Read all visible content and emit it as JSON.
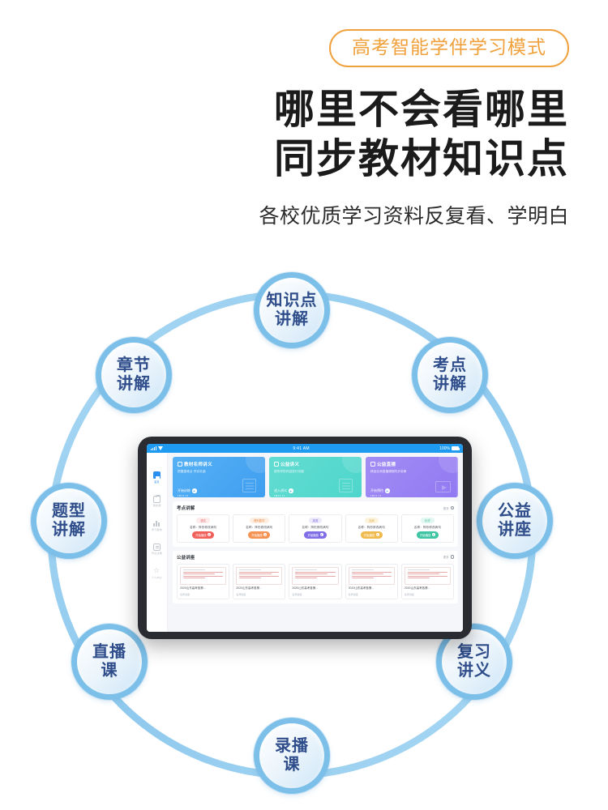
{
  "header": {
    "badge": "高考智能学伴学习模式",
    "title_line1": "哪里不会看哪里",
    "title_line2": "同步教材知识点",
    "subtitle": "各校优质学习资料反复看、学明白",
    "badge_color": "#F0A13C"
  },
  "diagram": {
    "ring_color": "#8fc9ee",
    "bubble_border": "#7cc0ea",
    "bubble_text_color": "#2f4d8a",
    "bubbles": [
      {
        "id": "knowledge-point",
        "line1": "知识点",
        "line2": "讲解"
      },
      {
        "id": "exam-point",
        "line1": "考点",
        "line2": "讲解"
      },
      {
        "id": "chapter",
        "line1": "章节",
        "line2": "讲解"
      },
      {
        "id": "public-lecture",
        "line1": "公益",
        "line2": "讲座"
      },
      {
        "id": "question-type",
        "line1": "题型",
        "line2": "讲解"
      },
      {
        "id": "review-handout",
        "line1": "复习",
        "line2": "讲义"
      },
      {
        "id": "live-class",
        "line1": "直播",
        "line2": "课"
      },
      {
        "id": "recorded-class",
        "line1": "录播",
        "line2": "课"
      }
    ]
  },
  "tablet": {
    "statusbar": {
      "time": "9:41 AM",
      "battery": "100%"
    },
    "sidebar": [
      {
        "icon": "home-icon",
        "label": "首页",
        "active": true
      },
      {
        "icon": "bag-icon",
        "label": "我的课",
        "active": false
      },
      {
        "icon": "chart-icon",
        "label": "学习报告",
        "active": false
      },
      {
        "icon": "doc-icon",
        "label": "作业试卷",
        "active": false
      },
      {
        "icon": "star-icon",
        "label": "个人中心",
        "active": false
      }
    ],
    "banners": [
      {
        "icon": "book-icon",
        "title": "教材名师讲义",
        "desc": "把握重难点·夯实巩固",
        "cta": "开始训练",
        "art": "sheet",
        "theme": "blue"
      },
      {
        "icon": "doc-icon",
        "title": "公益讲义",
        "desc": "按所学的内容进行巩固",
        "cta": "进入讲义",
        "art": "sheet",
        "theme": "cyan"
      },
      {
        "icon": "live-icon",
        "title": "公益直播",
        "desc": "精品名师直播课程同步讲解",
        "cta": "开始预约",
        "art": "play",
        "theme": "purple"
      }
    ],
    "sections": [
      {
        "id": "exam-point-section",
        "title": "考点讲解",
        "more": "更多",
        "type": "subject",
        "cards": [
          {
            "tag": "语文",
            "tag_bg": "#fdeaea",
            "tag_color": "#e3605f",
            "name": "名称：阵形修改病句",
            "btn": "开始播放",
            "btn_bg": "#f2605c"
          },
          {
            "tag": "理科数学",
            "tag_bg": "#fdeee3",
            "tag_color": "#ef8b45",
            "name": "名称：阵形修改病句",
            "btn": "开始播放",
            "btn_bg": "#f59355"
          },
          {
            "tag": "英语",
            "tag_bg": "#ece9fb",
            "tag_color": "#7b6de0",
            "name": "名称：阵形修改病句",
            "btn": "开始播放",
            "btn_bg": "#7f6ee6"
          },
          {
            "tag": "文综",
            "tag_bg": "#fdf3dd",
            "tag_color": "#d9a63c",
            "name": "名称：阵形修改病句",
            "btn": "开始播放",
            "btn_bg": "#f0bb4e"
          },
          {
            "tag": "化学",
            "tag_bg": "#e2f7f1",
            "tag_color": "#3bbf9b",
            "name": "名称：阵形修改病句",
            "btn": "开始播放",
            "btn_bg": "#3fc5a4"
          }
        ]
      },
      {
        "id": "public-lecture-section",
        "title": "公益讲座",
        "more": "更多",
        "type": "lecture",
        "cards": [
          {
            "title": "2020山东高考各第...",
            "meta": "名师讲座"
          },
          {
            "title": "2020山东高考各第...",
            "meta": "名师讲座"
          },
          {
            "title": "2020山东高考各第...",
            "meta": "名师讲座"
          },
          {
            "title": "2020山东高考各第...",
            "meta": "名师讲座"
          },
          {
            "title": "2020山东高考各第...",
            "meta": "名师讲座"
          }
        ]
      }
    ]
  }
}
